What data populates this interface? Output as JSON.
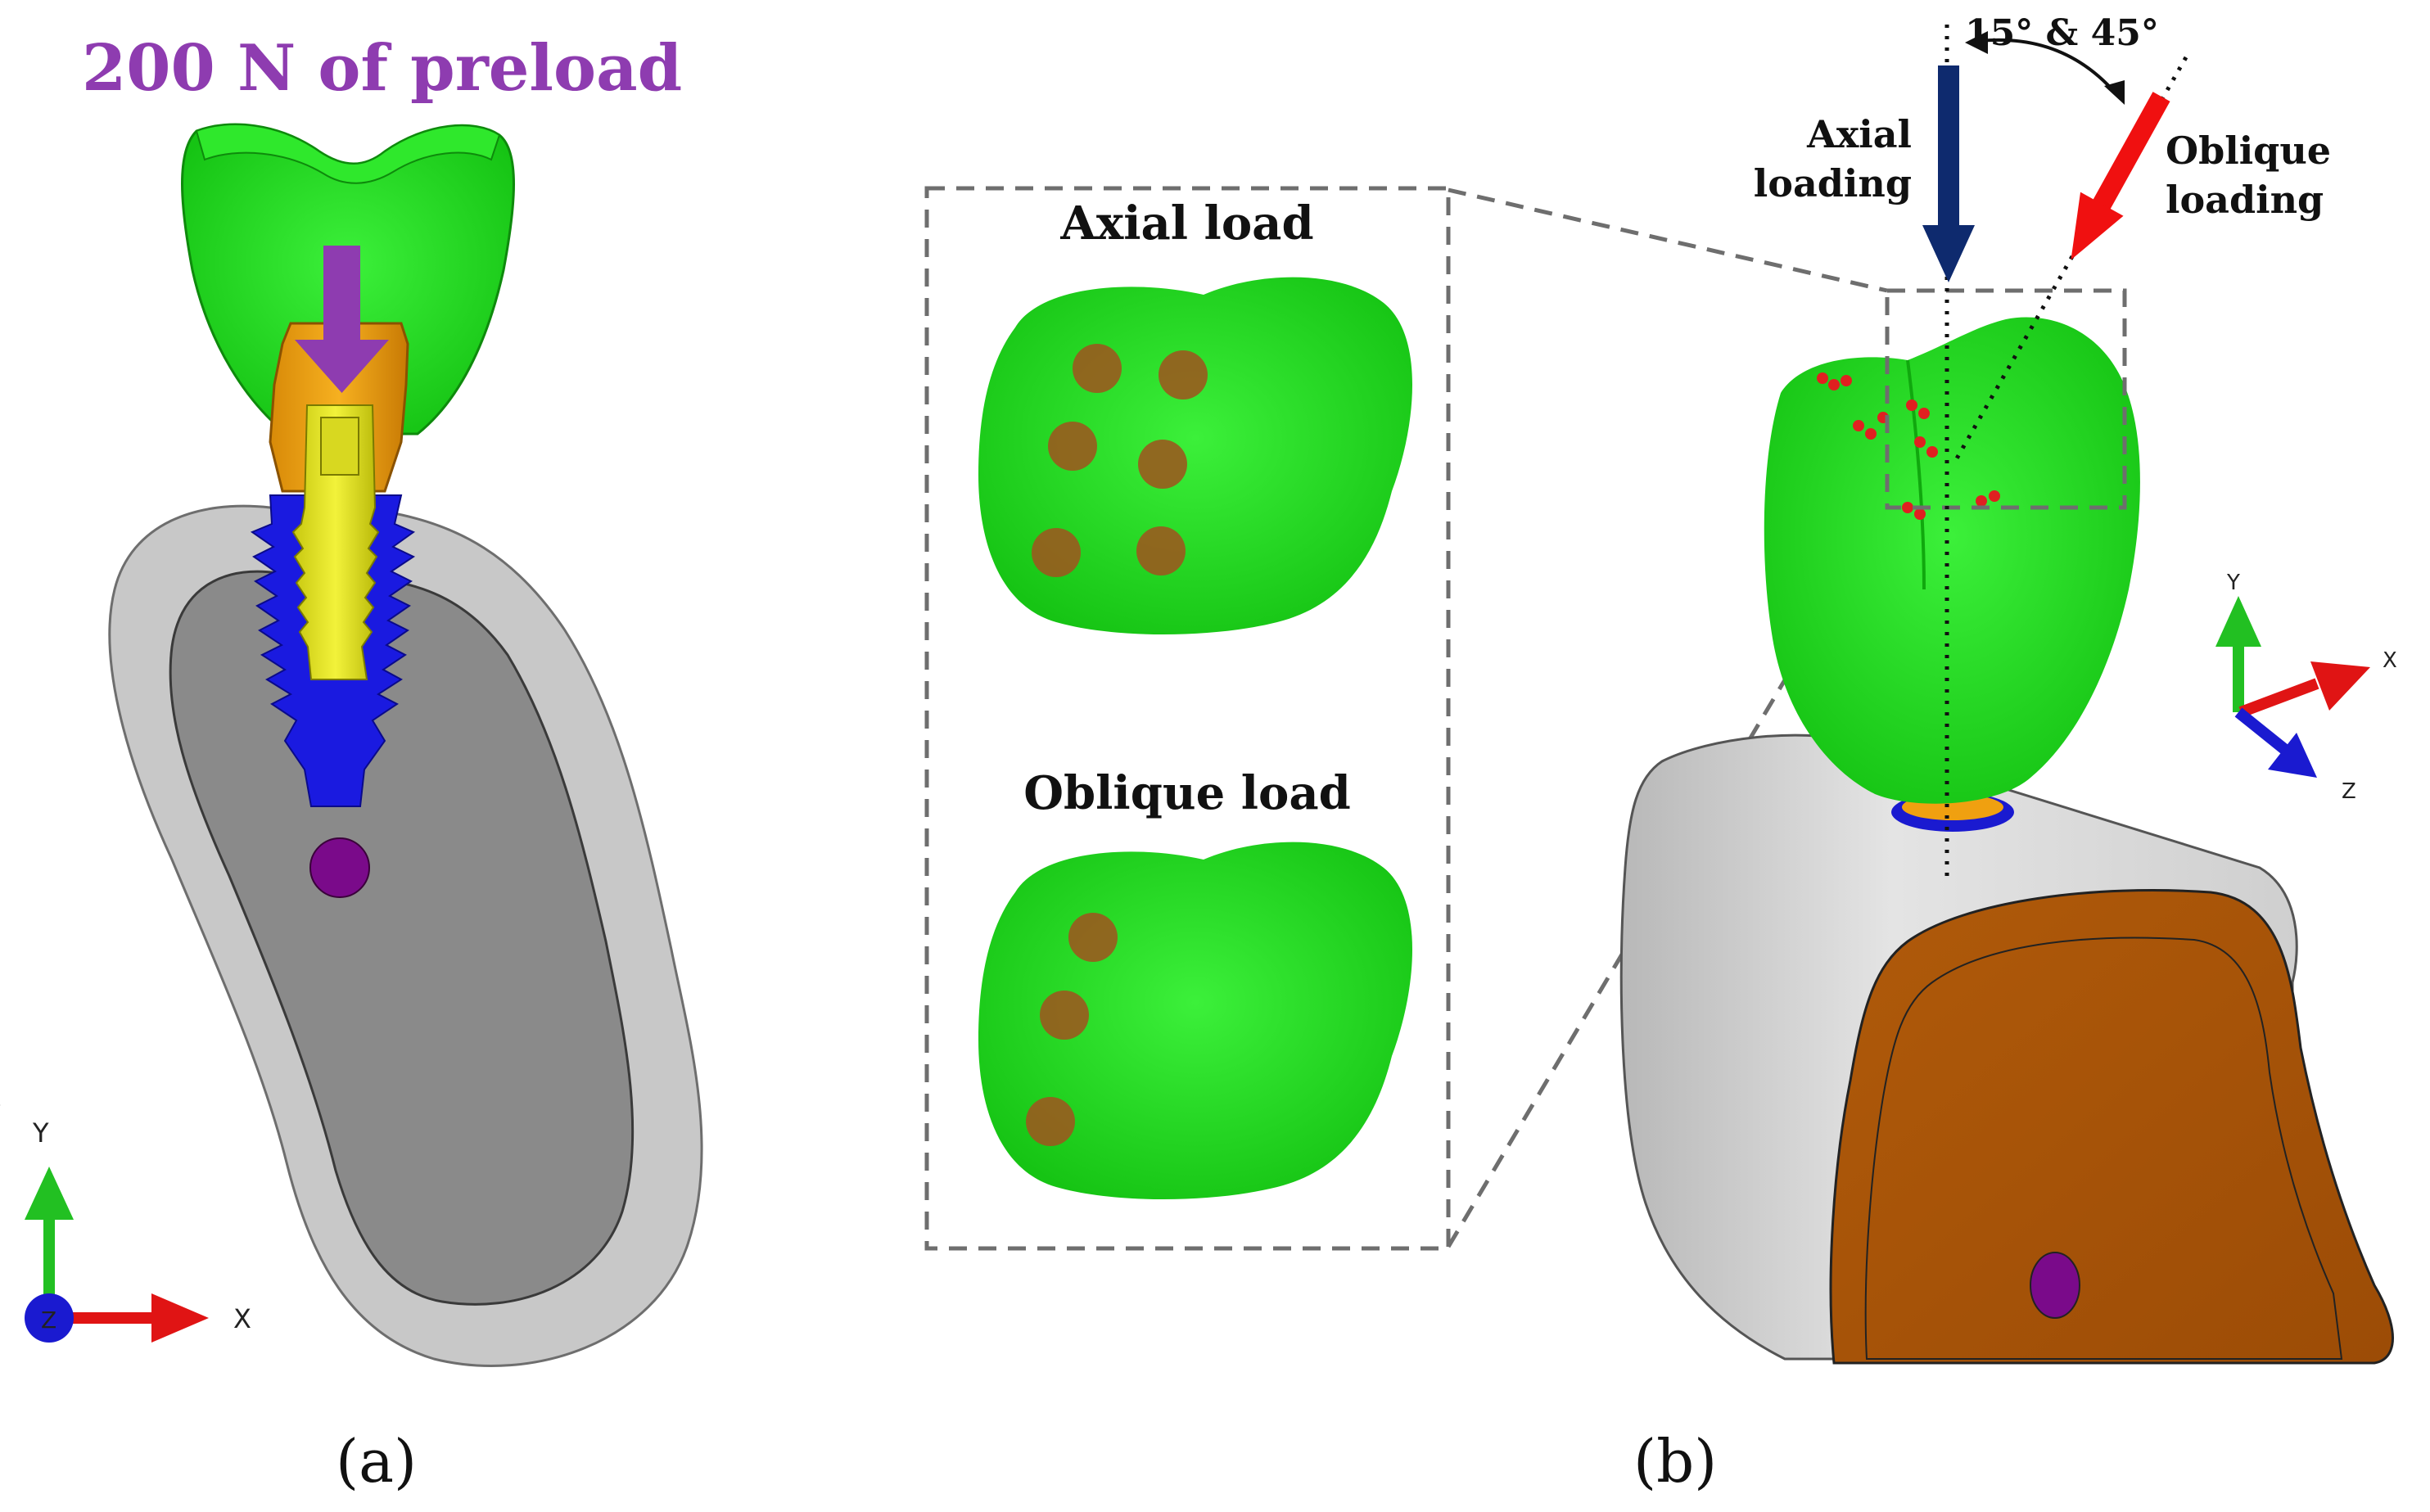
{
  "panel_a": {
    "preload_label": "200 N of preload",
    "caption": "(a)",
    "axis_y": "Y",
    "axis_x": "X",
    "axis_z": "Z"
  },
  "panel_b": {
    "angle_label": "15° & 45°",
    "axial_loading_line1": "Axial",
    "axial_loading_line2": "loading",
    "oblique_loading_line1": "Oblique",
    "oblique_loading_line2": "loading",
    "inset_axial_title": "Axial load",
    "inset_oblique_title": "Oblique load",
    "caption": "(b)",
    "axis_y": "Y",
    "axis_x": "X",
    "axis_z": "Z"
  },
  "colors": {
    "crown_green": "#22e01e",
    "abutment_orange": "#f0a010",
    "screw_yellow": "#e8e820",
    "implant_blue": "#1a1ae0",
    "bone_cortical": "#c8c8c8",
    "bone_cancellous": "#8a8a8a",
    "preload_purple": "#8e3cb0",
    "axial_arrow_navy": "#0e2a6e",
    "oblique_arrow_red": "#f01010",
    "contact_brown": "#9a5a1e",
    "bone_section_brown": "#a8520a",
    "fixation_purple": "#7a0a8a"
  }
}
